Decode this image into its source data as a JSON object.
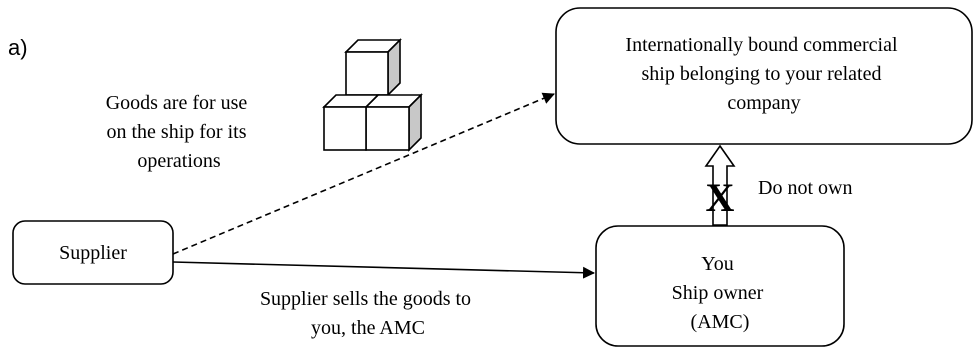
{
  "figure_label": "a)",
  "ship_box": {
    "lines": [
      "Internationally bound commercial",
      "ship belonging to your  related",
      "company"
    ]
  },
  "supplier_box": {
    "lines": [
      "Supplier"
    ]
  },
  "you_box": {
    "lines": [
      "You",
      "Ship owner",
      "(AMC)"
    ]
  },
  "goods_label": {
    "lines": [
      "Goods are for use",
      "on the ship for its",
      "operations"
    ]
  },
  "sells_label": {
    "lines": [
      "Supplier sells the goods to",
      "you, the AMC"
    ]
  },
  "ownership_label": "Do not own",
  "ownership_cross": "X",
  "icons": {
    "goods": "stacked-boxes-icon",
    "ownership_arrow": "hollow-up-arrow-icon"
  }
}
